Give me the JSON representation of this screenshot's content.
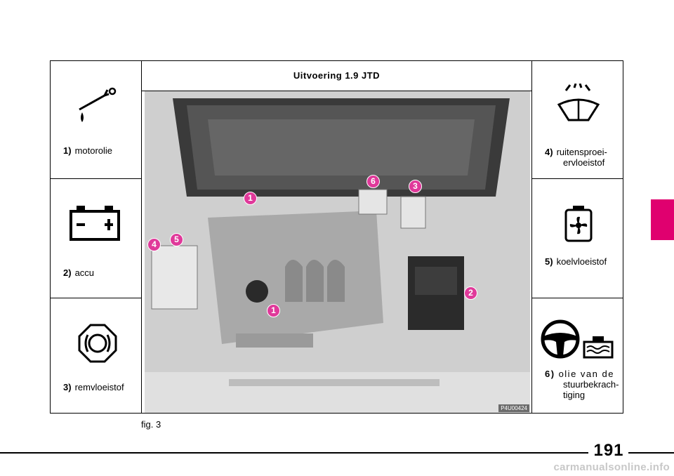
{
  "title": "Uitvoering 1.9 JTD",
  "left_items": [
    {
      "num": "1)",
      "label": "motorolie",
      "icon": "oil-can-icon"
    },
    {
      "num": "2)",
      "label": "accu",
      "icon": "battery-icon"
    },
    {
      "num": "3)",
      "label": "remvloeistof",
      "icon": "brake-fluid-icon"
    }
  ],
  "right_items": [
    {
      "num": "4)",
      "label_line1": "ruitensproei-",
      "label_line2": "ervloeistof",
      "icon": "windshield-washer-icon"
    },
    {
      "num": "5)",
      "label_line1": "koelvloeistof",
      "icon": "coolant-icon"
    },
    {
      "num": "6)",
      "label_line1": "olie van de",
      "label_line2": "stuurbekrach-",
      "label_line3": "tiging",
      "icon": "power-steering-icon"
    }
  ],
  "photo_code": "P4U00424",
  "markers": [
    "1",
    "1",
    "2",
    "3",
    "4",
    "5",
    "6"
  ],
  "caption": "fig. 3",
  "page_number": "191",
  "watermark": "carmanualsonline.info",
  "colors": {
    "marker": "#e0399a",
    "tab": "#e0006f"
  }
}
